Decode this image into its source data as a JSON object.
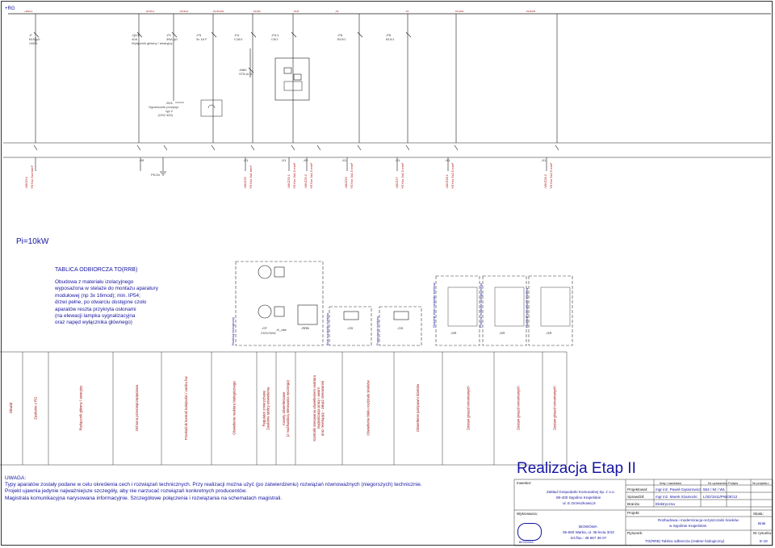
{
  "sheet_ref": "+RG",
  "pi_label": "Pi=10kW",
  "description": {
    "title": "TABLICA ODBIORCZA TO(RRB)",
    "lines": [
      "Obudowa z materiału izolacyjnego",
      "wyposażona w stelaże do montażu aparatury",
      "modułowej (np 3x 16mod); min. IP54;",
      "drzwi pełne, po otwarciu dostępne czoło",
      "aparatów reszta przykryta osłonami",
      "(na elewacji lampka sygnalizacyjna",
      "oraz napęd wyłącznika głównego)"
    ]
  },
  "top_devices": [
    {
      "tag": "-F",
      "rating": "B16 gG",
      "extra": "/160A"
    },
    {
      "tag": "-Q0.F",
      "rating": "40A",
      "extra": "Wyłącznik główny / awaryjny"
    },
    {
      "tag": "-F1",
      "rating": "3NA gG"
    },
    {
      "tag": "-F3",
      "rating": "3x 1A F"
    },
    {
      "tag": "-F4",
      "rating": "C16/1"
    },
    {
      "tag": "-F4.1",
      "rating": "C6/1"
    },
    {
      "tag": "-F5",
      "rating": "B10/1"
    },
    {
      "tag": "-F5",
      "rating": "B10/1"
    }
  ],
  "km1": {
    "tag": "-KM1",
    "type": "STB AC3"
  },
  "sv1": {
    "tag": "-SV1",
    "lines": [
      "Ogranicznik przepięć",
      "typ 2",
      "(OS2 400)"
    ]
  },
  "terminals": [
    "-X0",
    "-X1",
    "-X1",
    "-X2",
    "-X1",
    "-X1",
    "-X1",
    "-X1"
  ],
  "cables": [
    {
      "tag": "-WKZ24",
      "spec": "YKYżo 5x4 mm²"
    },
    {
      "tag": "-WKZ25",
      "spec": "YKYżo 3x1 mm²"
    },
    {
      "tag": "-WKZ25.1",
      "spec": "YKYżo 3x1.5 mm²"
    },
    {
      "tag": "-WKZ25.2",
      "spec": "YKYżo 3x1.5 mm²"
    },
    {
      "tag": "-WKZ26",
      "spec": "YKYżo 3x1.5 mm²"
    },
    {
      "tag": "-WKZ27",
      "spec": "YKYżo 3x1.5 mm²"
    },
    {
      "tag": "-WKZ28.1",
      "spec": "YKYżo 5x2.5 mm²"
    },
    {
      "tag": "-WKZ28.2",
      "spec": "YKYżo 5x2.5 mm²"
    }
  ],
  "pe_label": "PE/Zn",
  "elevation": {
    "groups": [
      {
        "title": "Realizuj biologiczny",
        "items": [
          "-OT",
          "-K_ose",
          "-RRB"
        ]
      },
      {
        "title": "Blok rozdziału ścieków",
        "items": [
          "-OS"
        ]
      },
      {
        "title": "Pompownia ścieków",
        "items": [
          "-OS"
        ]
      },
      {
        "title": "Osadnik blok rozdziału ścieków",
        "items": [
          "-GR"
        ]
      },
      {
        "title": "Pomost reaktora biologicznego",
        "items": [
          "-GR"
        ]
      },
      {
        "title": "Osadnik pompowni ścieków",
        "items": [
          "-GR"
        ]
      }
    ],
    "ot_sub": "230V/50W"
  },
  "circuits": [
    "Obwód",
    "Zasilanie z RG",
    "Rozłącznik główny / awaryjny",
    "Ochrona przeciwprzepięciowa",
    "Przekaźnik kontroli kolejności / zaniku faz",
    "Oświetlenie reaktora biologicznego",
    "Regulator zmierzchowy|Zasilanie tablicy oświetlenia",
    "Kasety oświetleniowe|(z możliwością sterowania ręcznego)",
    "Kontrolki sterowania oświetleniem reaktora|(sygnalizacja pracy i awarii|oraz resetujący - załącz sterowanie)",
    "Oświetlenie bloku rozdziału ścieków",
    "Oświetlenie pompowni ścieków",
    "Zestaw gniazd remontowych",
    "Zestaw gniazd remontowych",
    "Zestaw gniazd remontowych"
  ],
  "notes": [
    "UWAGA:",
    "Typy aparatów zostały podane w celu określenia cech i rozwiązań technicznych. Przy realizacji można użyć (po zatwierdzeniu) rozwiązań równoważnych (niegorszych) technicznie.",
    "Projekt ujawnia jedynie najważniejsze szczegóły, aby nie narzucać rozwiązań konkretnych producentów.",
    "Magistrala komunikacyjna narysowana informacyjnie. Szczegółowe połączenia i rozwiązania na schematach magistrali."
  ],
  "realizacja": "Realizacja Etap II",
  "title_block": {
    "investor_label": "Inwestor:",
    "investor_lines": [
      "Zakład Gospodarki Komunalnej Sp. z o.o.",
      "89-400 Sępólno Krajeńskie",
      "ul. E.Orzeszkowej 8"
    ],
    "contractor_label": "Wykonawca:",
    "contractor_lines": [
      "BIOWOMA",
      "05-660 Warka, ul. 35-lecia 3/43",
      "tel./fax.: 48 667 36 07"
    ],
    "logo_text": "BIOWOMA",
    "headers": {
      "name": "Imię i nazwisko",
      "perm": "Nr uprawnień",
      "sign": "Podpis",
      "proj_no": "Nr projektu:"
    },
    "designer_role": "Projektował:",
    "designer_name": "mgr inż. Paweł Gąsiorowicz",
    "designer_perm": "554 / 94 / WL",
    "checker_role": "Sprawdził:",
    "checker_name": "mgr inż. Marek Szamocki",
    "checker_perm": "LOD/1911/PWOE/12",
    "branch_label": "Branża:",
    "branch": "Elektryczna",
    "project_label": "Projekt:",
    "project_lines": [
      "Rozbudowa i modernizacja oczyszczalni ścieków",
      "w Sępólnie Krajeńskim"
    ],
    "drawing_label": "Rysunek:",
    "drawing": "TO(RRB) Tablica odbiorcza (reaktor biologiczny)",
    "scale_label": "Skala:",
    "scale": "Brak",
    "drawing_no_label": "Nr rysunku:",
    "drawing_no": "E-19"
  }
}
